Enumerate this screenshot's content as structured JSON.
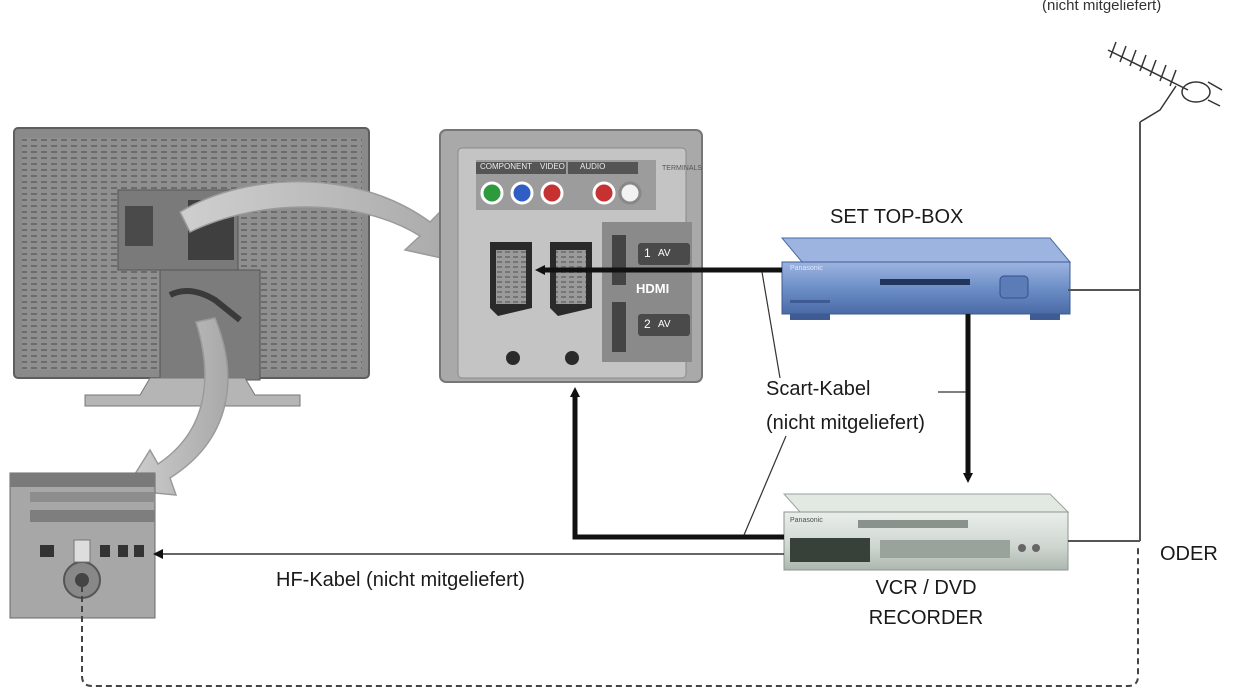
{
  "labels": {
    "antenna_note": "(nicht mitgeliefert)",
    "set_top_box": "SET TOP-BOX",
    "scart_cable_line1": "Scart-Kabel",
    "scart_cable_line2": "(nicht mitgeliefert)",
    "hf_cable": "HF-Kabel (nicht mitgeliefert)",
    "or": "ODER",
    "recorder_line1": "VCR / DVD",
    "recorder_line2": "RECORDER"
  },
  "tv_panel": {
    "component_label": "COMPONENT",
    "video_label": "VIDEO",
    "audio_label": "AUDIO",
    "hdmi_logo": "HDMI",
    "hdmi1_badge": "1",
    "hdmi2_badge": "2",
    "hdmi_port_text": "AV",
    "model_text": "TERMINALS"
  },
  "devices": {
    "stb_brand": "Panasonic",
    "recorder_brand": "Panasonic"
  },
  "colors": {
    "tv_body": "#8f8f8f",
    "panel_bg": "#a9a9a9",
    "panel_inner": "#c4c4c4",
    "stb_blue": "#6d8fc7",
    "recorder_silver": "#cfd6d0",
    "curve_arrow": "#bdbdbd",
    "cable": "#111111"
  },
  "icons": [
    "antenna-icon",
    "scart-socket-icon",
    "hdmi-port-icon",
    "rca-jack-icon"
  ]
}
